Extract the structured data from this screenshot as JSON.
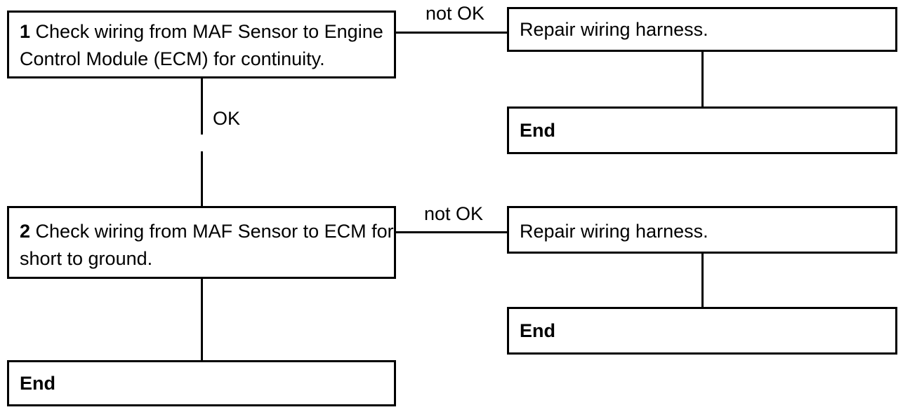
{
  "step1": {
    "number": "1",
    "text": " Check wiring from MAF Sensor to Engine Control Module (ECM) for continuity.",
    "not_ok_label": "not OK",
    "ok_label": "OK",
    "repair_text": "Repair wiring harness.",
    "end_text": "End"
  },
  "step2": {
    "number": "2",
    "text": " Check wiring from MAF Sensor to ECM for short to ground.",
    "not_ok_label": "not OK",
    "repair_text": "Repair wiring harness.",
    "end_text": "End"
  },
  "final": {
    "end_text": "End"
  }
}
